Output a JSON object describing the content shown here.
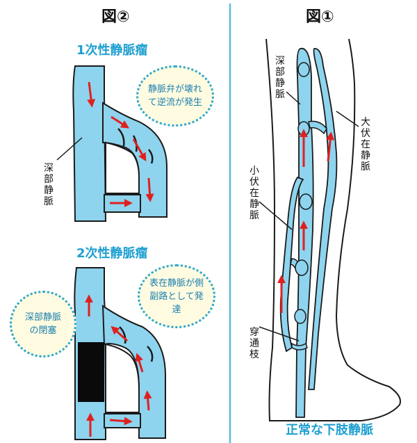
{
  "figure2": {
    "title": "図②",
    "primary": {
      "title": "1次性静脈瘤",
      "bubble": "静脈弁が壊れて逆流が発生",
      "label_deep_vein": "深部静脈"
    },
    "secondary": {
      "title": "2次性静脈瘤",
      "bubble_superficial": "表在静脈が側副路として発達",
      "bubble_occlusion": "深部静脈の閉塞"
    }
  },
  "figure1": {
    "title": "図①",
    "labels": {
      "deep_vein": "深部静脈",
      "great_saphenous": "大伏在静脈",
      "small_saphenous": "小伏在静脈",
      "perforator": "穿通枝"
    },
    "caption": "正常な下肢静脈"
  },
  "colors": {
    "vein_fill": "#8ed4ee",
    "vein_outline": "#1a1a1a",
    "arrow": "#e02020",
    "accent": "#1e9fd0",
    "bubble_fill": "#fffbe0",
    "divider": "#5bbde0"
  }
}
